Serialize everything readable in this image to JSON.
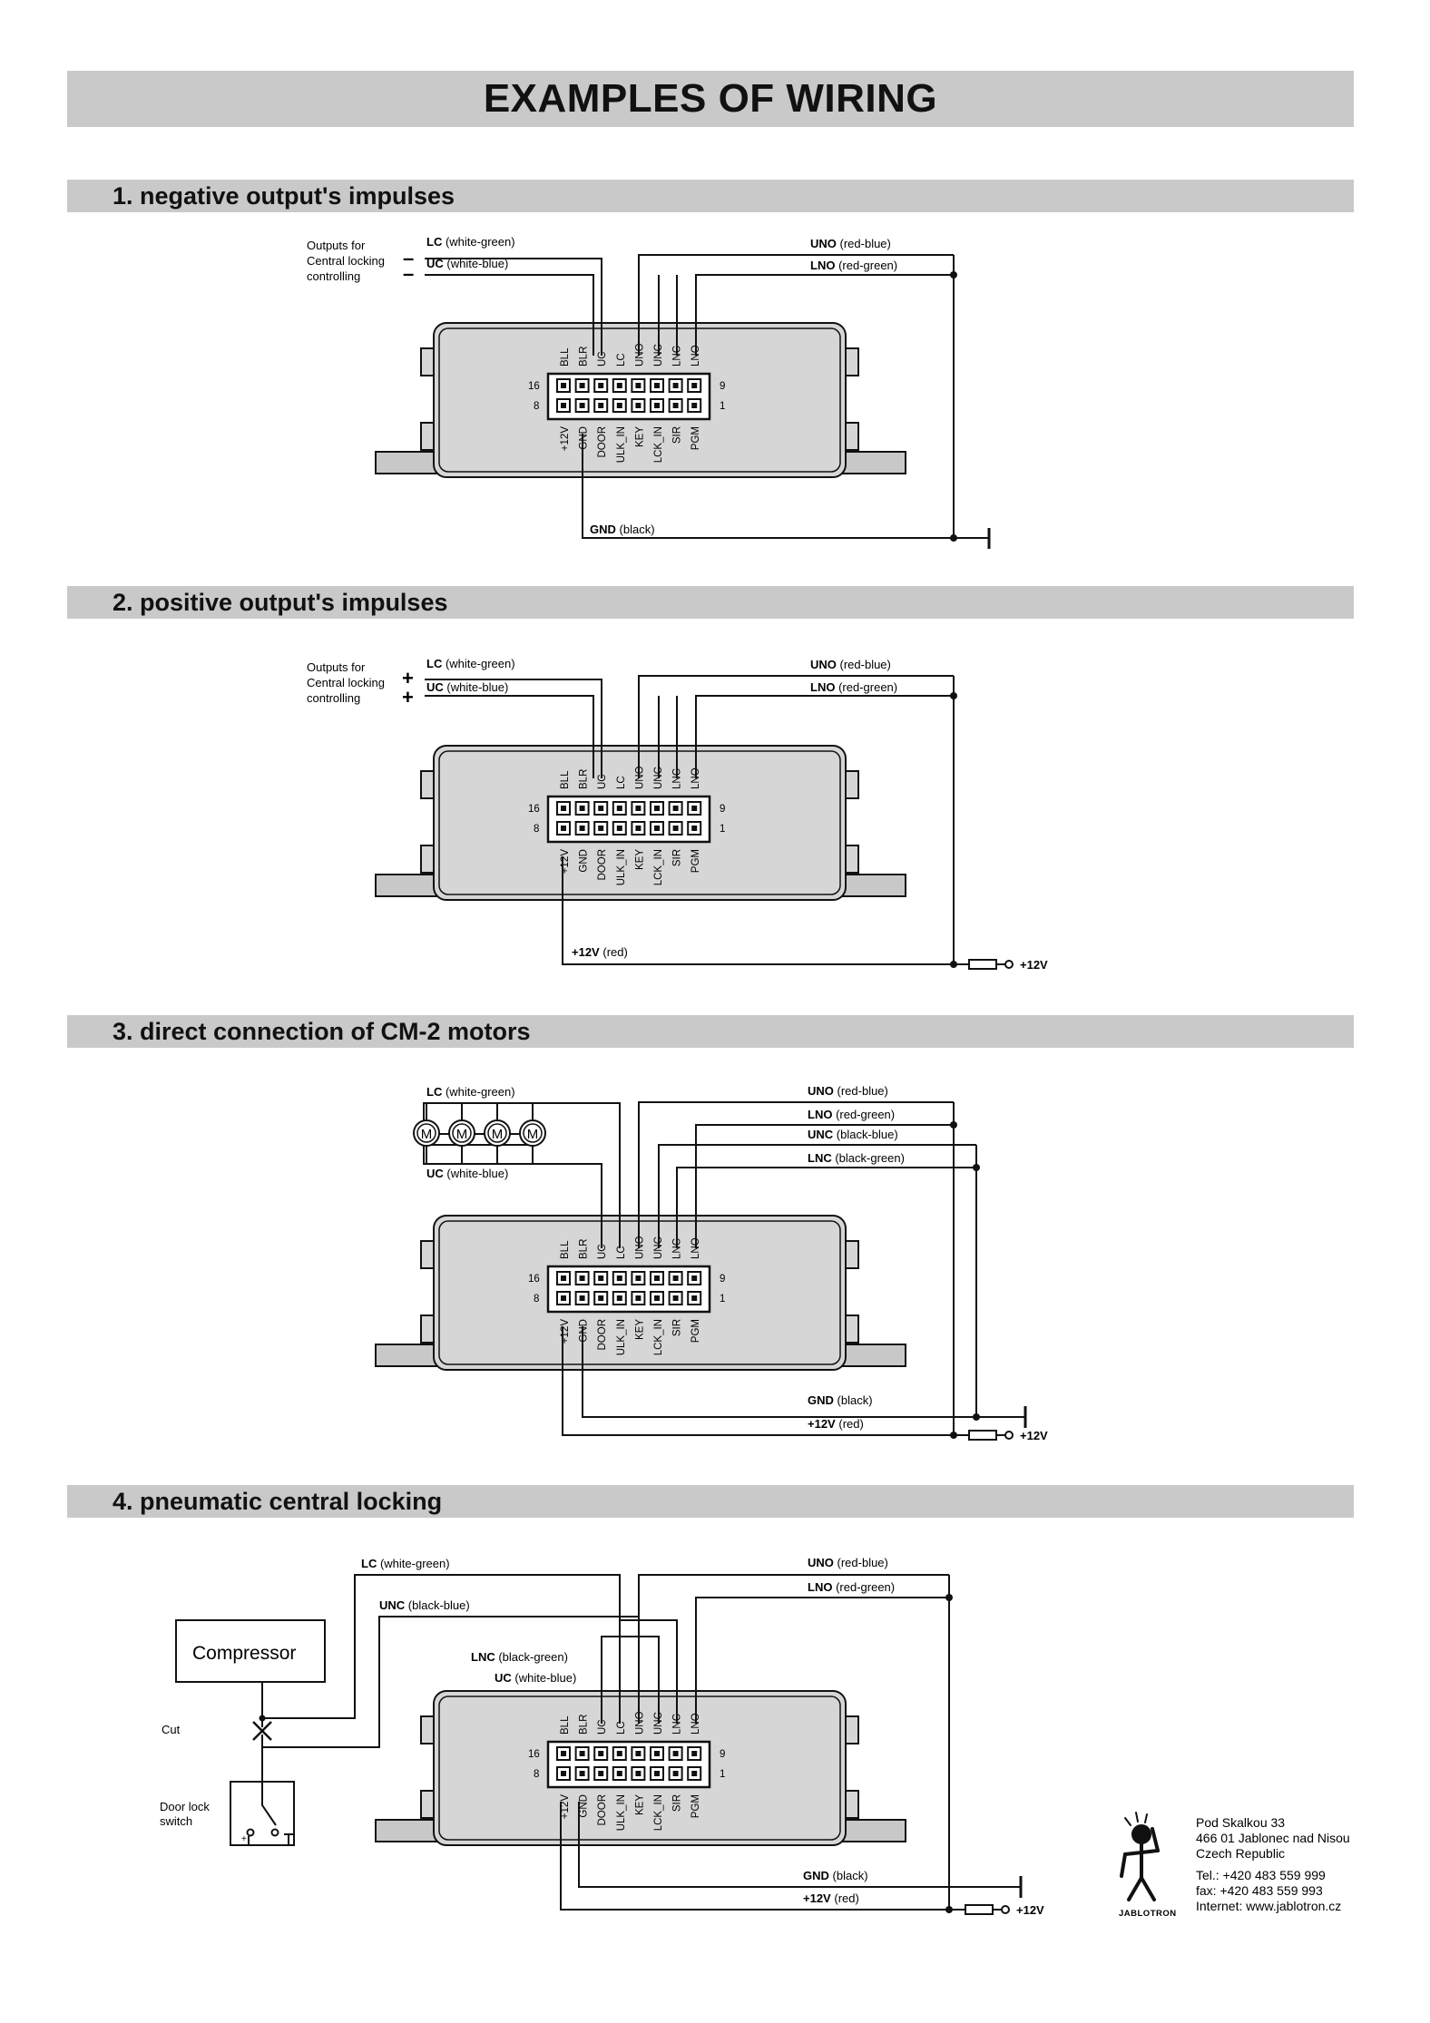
{
  "page_title": "EXAMPLES OF WIRING",
  "sections": [
    {
      "title": "1. negative output's impulses"
    },
    {
      "title": "2. positive output's impulses"
    },
    {
      "title": "3. direct connection of CM-2 motors"
    },
    {
      "title": "4. pneumatic central locking"
    }
  ],
  "unit": {
    "top_pins": [
      "BLL",
      "BLR",
      "UC",
      "LC",
      "UNO",
      "UNC",
      "LNC",
      "LNO"
    ],
    "bottom_pins": [
      "+12V",
      "GND",
      "DOOR",
      "ULK_IN",
      "KEY",
      "LCK_IN",
      "SIR",
      "PGM"
    ],
    "pin_16": "16",
    "pin_8": "8",
    "pin_9": "9",
    "pin_1": "1"
  },
  "d1": {
    "outputs_label": [
      "Outputs for",
      "Central locking",
      "controlling"
    ],
    "sign": "–",
    "lc_name": "LC",
    "lc_color": "(white-green)",
    "uc_name": "UC",
    "uc_color": "(white-blue)",
    "uno_name": "UNO",
    "uno_color": "(red-blue)",
    "lno_name": "LNO",
    "lno_color": "(red-green)",
    "gnd_name": "GND",
    "gnd_color": "(black)"
  },
  "d2": {
    "outputs_label": [
      "Outputs for",
      "Central locking",
      "controlling"
    ],
    "sign": "+",
    "lc_name": "LC",
    "lc_color": "(white-green)",
    "uc_name": "UC",
    "uc_color": "(white-blue)",
    "uno_name": "UNO",
    "uno_color": "(red-blue)",
    "lno_name": "LNO",
    "lno_color": "(red-green)",
    "v12_name": "+12V",
    "v12_color": "(red)",
    "v12_term": "+12V"
  },
  "d3": {
    "lc_name": "LC",
    "lc_color": "(white-green)",
    "uc_name": "UC",
    "uc_color": "(white-blue)",
    "uno_name": "UNO",
    "uno_color": "(red-blue)",
    "lno_name": "LNO",
    "lno_color": "(red-green)",
    "unc_name": "UNC",
    "unc_color": "(black-blue)",
    "lnc_name": "LNC",
    "lnc_color": "(black-green)",
    "gnd_name": "GND",
    "gnd_color": "(black)",
    "v12_name": "+12V",
    "v12_color": "(red)",
    "v12_term": "+12V",
    "motor": "M"
  },
  "d4": {
    "lc_name": "LC",
    "lc_color": "(white-green)",
    "unc_name": "UNC",
    "unc_color": "(black-blue)",
    "lnc_name": "LNC",
    "lnc_color": "(black-green)",
    "uc_name": "UC",
    "uc_color": "(white-blue)",
    "uno_name": "UNO",
    "uno_color": "(red-blue)",
    "lno_name": "LNO",
    "lno_color": "(red-green)",
    "gnd_name": "GND",
    "gnd_color": "(black)",
    "v12_name": "+12V",
    "v12_color": "(red)",
    "v12_term": "+12V",
    "compressor": "Compressor",
    "cut": "Cut",
    "door_switch": [
      "Door lock",
      "switch"
    ]
  },
  "company": {
    "brand": "JABLOTRON",
    "lines": [
      "Pod Skalkou 33",
      "466 01 Jablonec nad Nisou",
      "Czech Republic",
      "Tel.: +420 483 559 999",
      "fax: +420 483 559 993",
      "Internet: www.jablotron.cz"
    ]
  }
}
